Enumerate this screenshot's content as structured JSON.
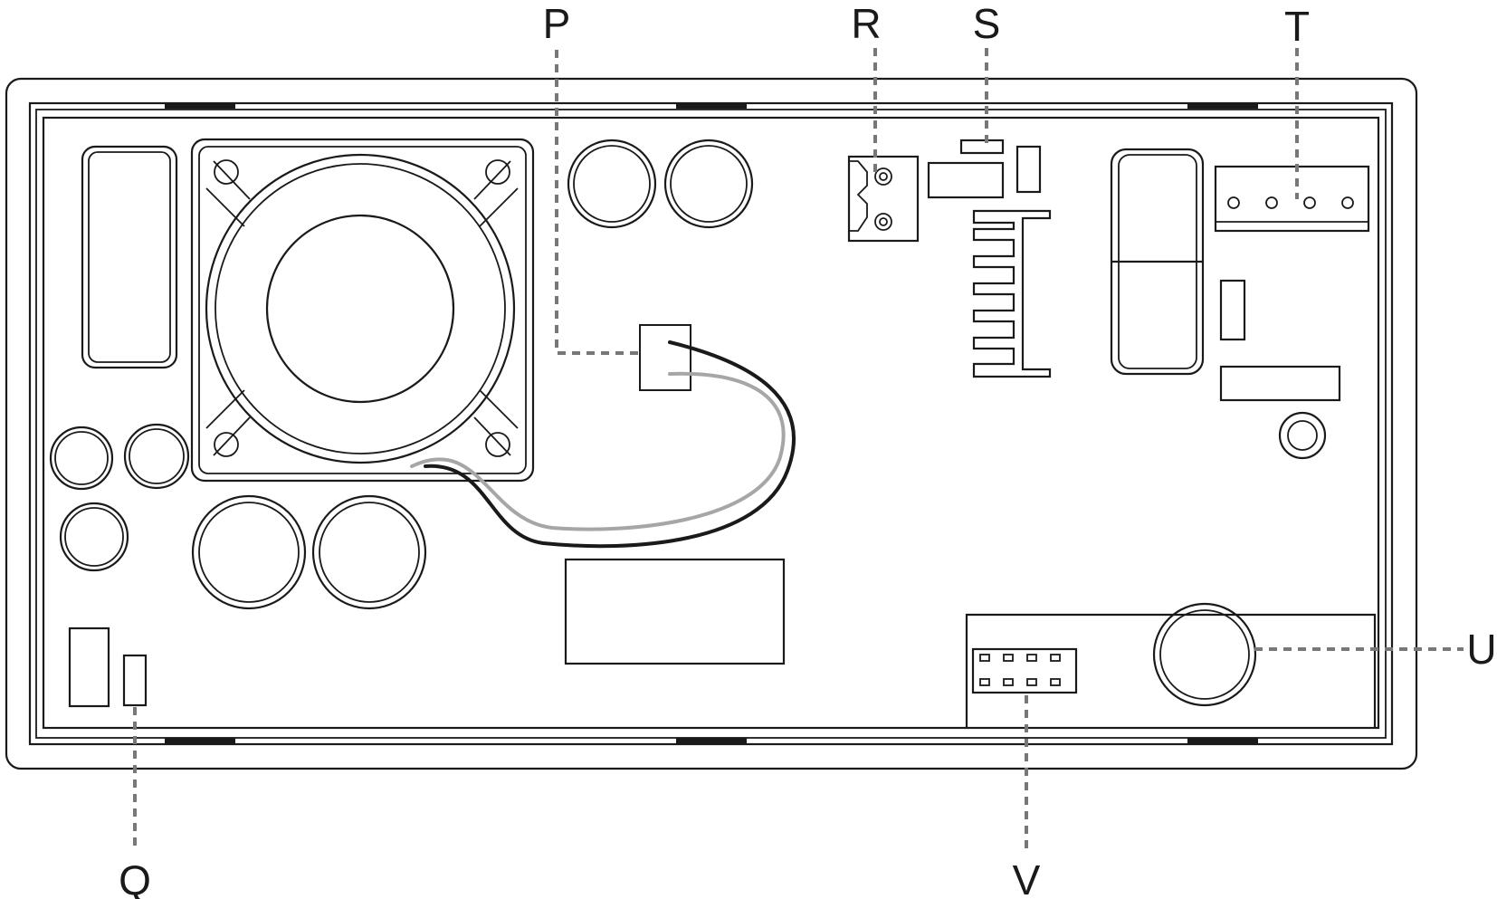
{
  "callouts": {
    "P": "P",
    "Q": "Q",
    "R": "R",
    "S": "S",
    "T": "T",
    "U": "U",
    "V": "V"
  }
}
